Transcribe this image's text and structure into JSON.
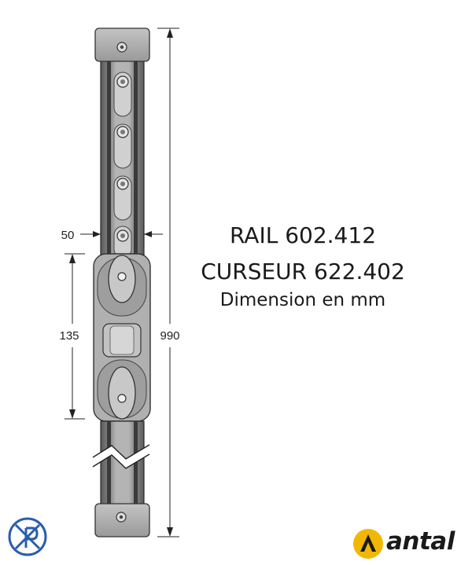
{
  "diagram": {
    "dimensions": {
      "width": "50",
      "cursor_length": "135",
      "total_length": "990"
    }
  },
  "caption": {
    "rail": "RAIL 602.412",
    "cursor": "CURSEUR 622.402",
    "unit": "Dimension en mm"
  },
  "logos": {
    "left_logo_icon": "xp-circle-logo",
    "brand_name": "antal",
    "brand_icon": "antal-yellow-badge"
  },
  "colors": {
    "rail_dark": "#4a4a4a",
    "rail_light": "#9a9a9a",
    "cursor_grey": "#a9a9a9",
    "brand_yellow": "#f2b705",
    "logo_blue": "#2a5db0"
  }
}
